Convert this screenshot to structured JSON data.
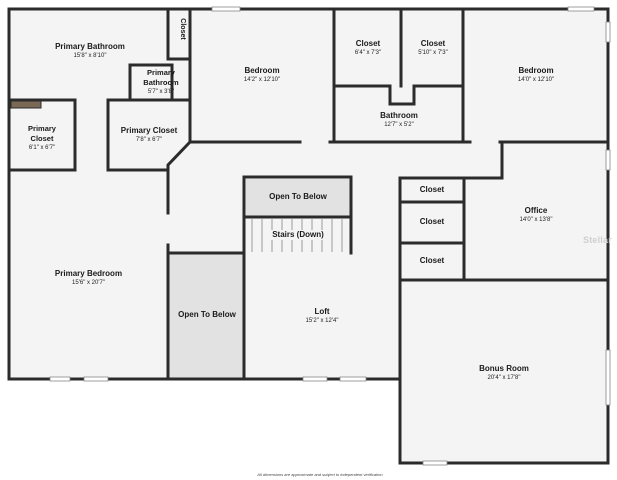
{
  "rooms": {
    "primary_bathroom_main": {
      "name": "Primary Bathroom",
      "dims": "15'8\" x 8'10\""
    },
    "closet_vertical": {
      "name": "Closet"
    },
    "primary_bathroom_small": {
      "name_line1": "Primary",
      "name_line2": "Bathroom",
      "dims": "5'7\" x 3'8\""
    },
    "bedroom_1": {
      "name": "Bedroom",
      "dims": "14'2\" x 12'10\""
    },
    "closet_1": {
      "name": "Closet",
      "dims": "6'4\" x 7'3\""
    },
    "closet_2": {
      "name": "Closet",
      "dims": "5'10\" x 7'3\""
    },
    "bedroom_2": {
      "name": "Bedroom",
      "dims": "14'0\" x 12'10\""
    },
    "bathroom": {
      "name": "Bathroom",
      "dims": "12'7\" x 5'2\""
    },
    "primary_closet_left": {
      "name_line1": "Primary",
      "name_line2": "Closet",
      "dims": "6'1\" x 6'7\""
    },
    "primary_closet_right": {
      "name": "Primary Closet",
      "dims": "7'8\" x 6'7\""
    },
    "open_to_below_top": {
      "name": "Open To Below"
    },
    "stairs": {
      "name": "Stairs (Down)"
    },
    "closet_a": {
      "name": "Closet"
    },
    "closet_b": {
      "name": "Closet"
    },
    "closet_c": {
      "name": "Closet"
    },
    "office": {
      "name": "Office",
      "dims": "14'0\" x 13'8\""
    },
    "primary_bedroom": {
      "name": "Primary Bedroom",
      "dims": "15'6\" x 20'7\""
    },
    "open_to_below_left": {
      "name": "Open To Below"
    },
    "loft": {
      "name": "Loft",
      "dims": "15'2\" x 12'4\""
    },
    "bonus_room": {
      "name": "Bonus Room",
      "dims": "20'4\" x 17'8\""
    }
  },
  "footnote": "All dimensions are approximate and subject to independent verification",
  "watermark": "Stellar",
  "colors": {
    "wall": "#2b2b2b",
    "floor": "#f4f4f4",
    "open_area": "#e4e4e4",
    "background": "#ffffff"
  }
}
